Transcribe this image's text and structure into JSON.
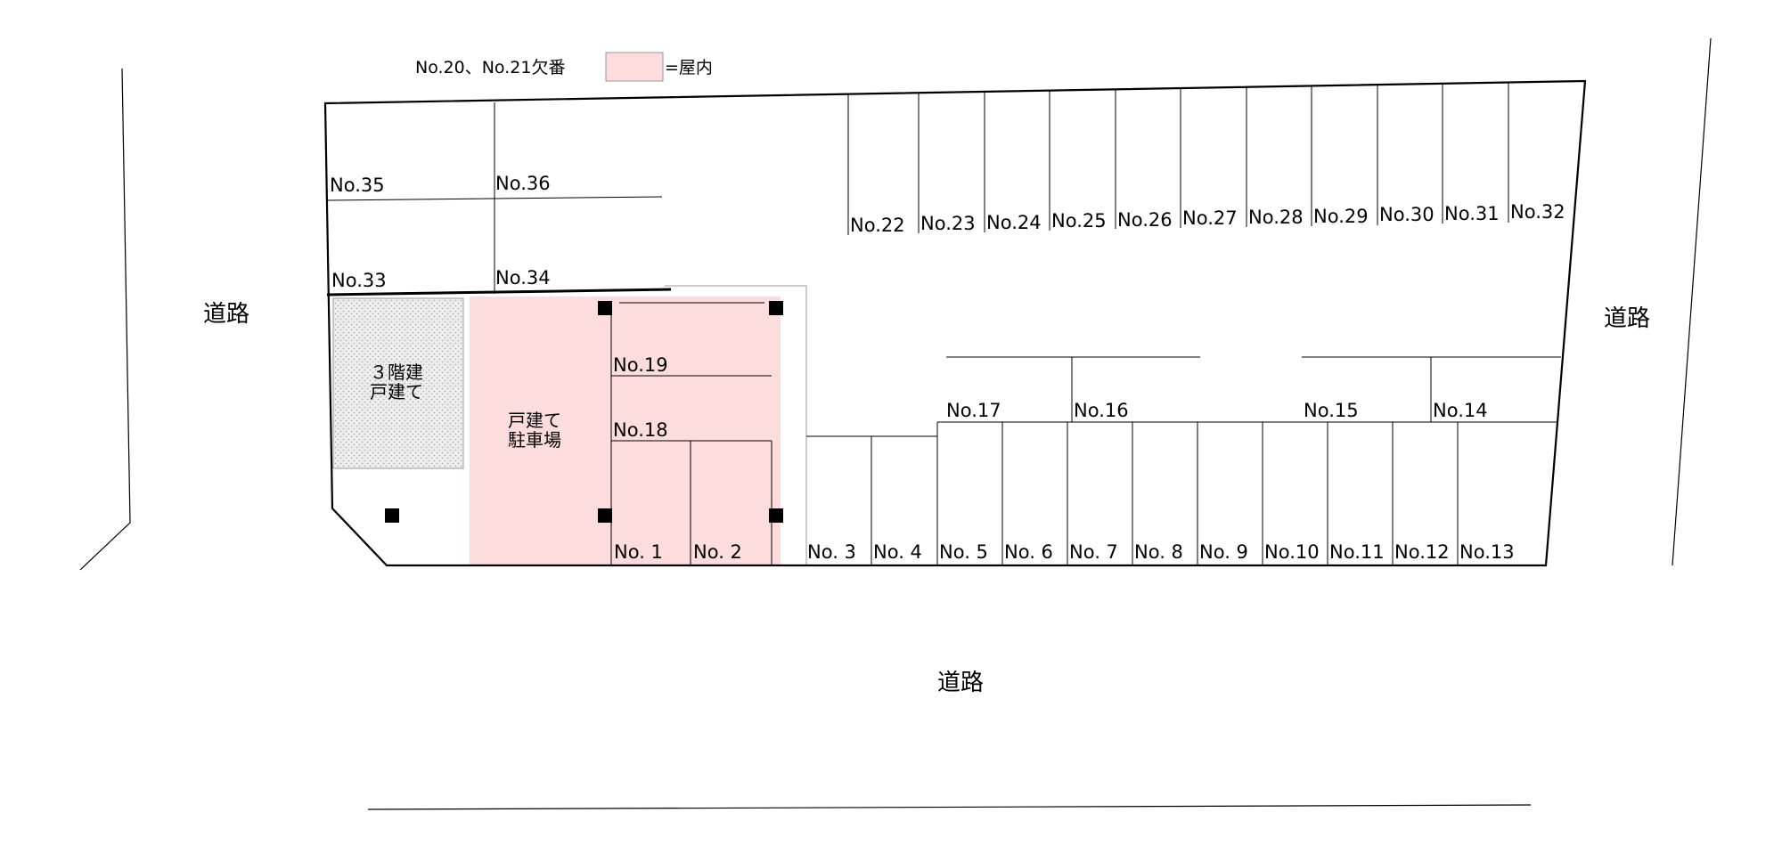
{
  "legend": {
    "missing_note": "No.20、No.21欠番",
    "indoor_label": "=屋内",
    "indoor_color": "#fcdcdc"
  },
  "roads": {
    "west": "道路",
    "east": "道路",
    "south": "道路"
  },
  "buildings": {
    "house_3f_line1": "３階建",
    "house_3f_line2": "戸建て",
    "house_parking_line1": "戸建て",
    "house_parking_line2": "駐車場"
  },
  "colors": {
    "line": "#000000",
    "indoor": "#fcdcdc",
    "hatched_fill": "#eeeeee",
    "hatched_dot": "#b0b0b0"
  },
  "slots": {
    "s1": "No. 1",
    "s2": "No. 2",
    "s3": "No. 3",
    "s4": "No. 4",
    "s5": "No. 5",
    "s6": "No. 6",
    "s7": "No. 7",
    "s8": "No. 8",
    "s9": "No. 9",
    "s10": "No.10",
    "s11": "No.11",
    "s12": "No.12",
    "s13": "No.13",
    "s14": "No.14",
    "s15": "No.15",
    "s16": "No.16",
    "s17": "No.17",
    "s18": "No.18",
    "s19": "No.19",
    "s22": "No.22",
    "s23": "No.23",
    "s24": "No.24",
    "s25": "No.25",
    "s26": "No.26",
    "s27": "No.27",
    "s28": "No.28",
    "s29": "No.29",
    "s30": "No.30",
    "s31": "No.31",
    "s32": "No.32",
    "s33": "No.33",
    "s34": "No.34",
    "s35": "No.35",
    "s36": "No.36"
  }
}
